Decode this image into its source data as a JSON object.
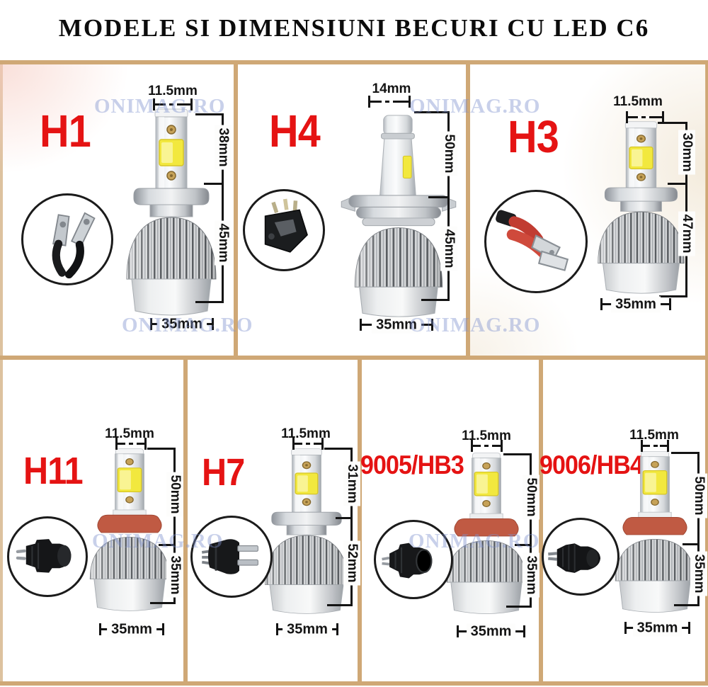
{
  "title": "MODELE SI DIMENSIUNI BECURI CU LED C6",
  "watermark_text": "ONIMAG.RO",
  "colors": {
    "accent_red": "#e51313",
    "border_tan": "#cfa876",
    "led_yellow": "#f2e83e",
    "gasket_red": "#c05a43"
  },
  "panels": [
    {
      "id": "h1",
      "label": "H1",
      "connector_icon": "spade-terminal-wires-icon",
      "dims": {
        "width_top": "11.5mm",
        "upper_height": "38mm",
        "lower_height": "45mm",
        "base_width": "35mm"
      }
    },
    {
      "id": "h4",
      "label": "H4",
      "connector_icon": "h4-socket-icon",
      "dims": {
        "width_top": "14mm",
        "upper_height": "50mm",
        "lower_height": "45mm",
        "base_width": "35mm"
      }
    },
    {
      "id": "h3",
      "label": "H3",
      "connector_icon": "red-wire-terminals-icon",
      "dims": {
        "width_top": "11.5mm",
        "upper_height": "30mm",
        "lower_height": "47mm",
        "base_width": "35mm"
      }
    },
    {
      "id": "h11",
      "label": "H11",
      "connector_icon": "h11-plug-icon",
      "dims": {
        "width_top": "11.5mm",
        "upper_height": "50mm",
        "lower_height": "35mm",
        "base_width": "35mm"
      }
    },
    {
      "id": "h7",
      "label": "H7",
      "connector_icon": "h7-plug-icon",
      "dims": {
        "width_top": "11.5mm",
        "upper_height": "31mm",
        "lower_height": "52mm",
        "base_width": "35mm"
      }
    },
    {
      "id": "9005",
      "label": "9005/HB3",
      "connector_icon": "9005-plug-icon",
      "dims": {
        "width_top": "11.5mm",
        "upper_height": "50mm",
        "lower_height": "35mm",
        "base_width": "35mm"
      }
    },
    {
      "id": "9006",
      "label": "9006/HB4",
      "connector_icon": "9006-plug-icon",
      "dims": {
        "width_top": "11.5mm",
        "upper_height": "50mm",
        "lower_height": "35mm",
        "base_width": "35mm"
      }
    }
  ]
}
